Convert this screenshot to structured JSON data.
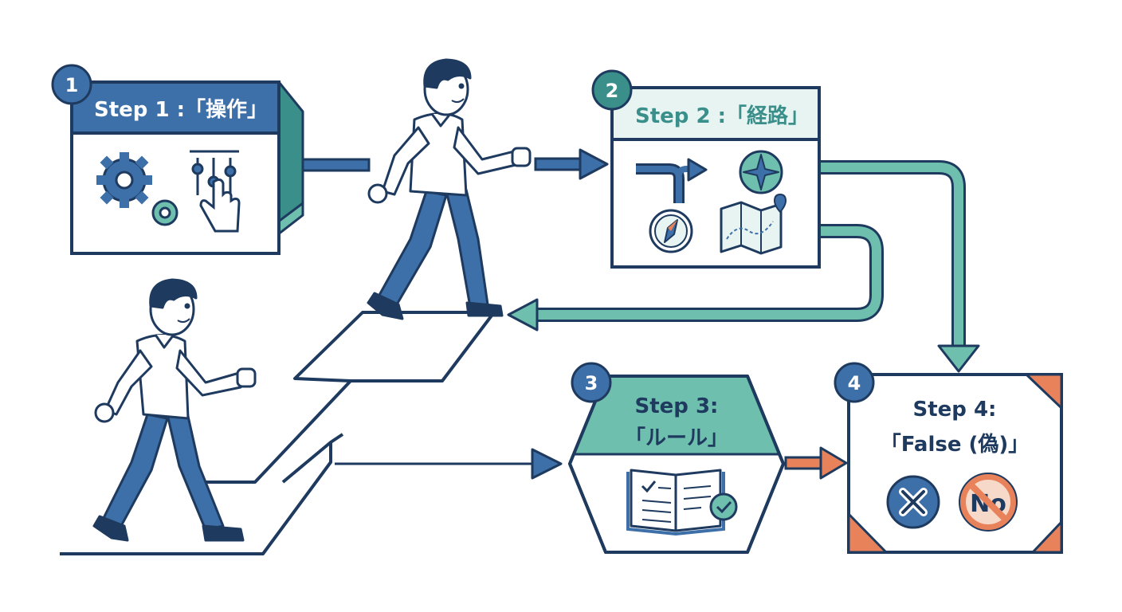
{
  "steps": [
    {
      "number": "1",
      "title": "Step 1 :「操作」"
    },
    {
      "number": "2",
      "title": "Step 2 :「経路」"
    },
    {
      "number": "3",
      "title_line1": "Step 3:",
      "title_line2": "「ルール」"
    },
    {
      "number": "4",
      "title_line1": "Step 4:",
      "title_line2": "「False (偽)」"
    }
  ],
  "icons": {
    "step1": [
      "gear-icon",
      "sliders-hand-icon"
    ],
    "step2": [
      "turn-arrow-icon",
      "compass-rose-icon",
      "compass-icon",
      "map-icon"
    ],
    "step3": [
      "rulebook-icon"
    ],
    "step4": [
      "x-circle-icon",
      "no-sign-icon"
    ]
  },
  "no_sign_text": "No",
  "colors": {
    "navy": "#1e3a5f",
    "blue": "#3d6fa8",
    "teal": "#6fbfae",
    "orange": "#e8825a",
    "light_teal": "#e7f4f1"
  }
}
